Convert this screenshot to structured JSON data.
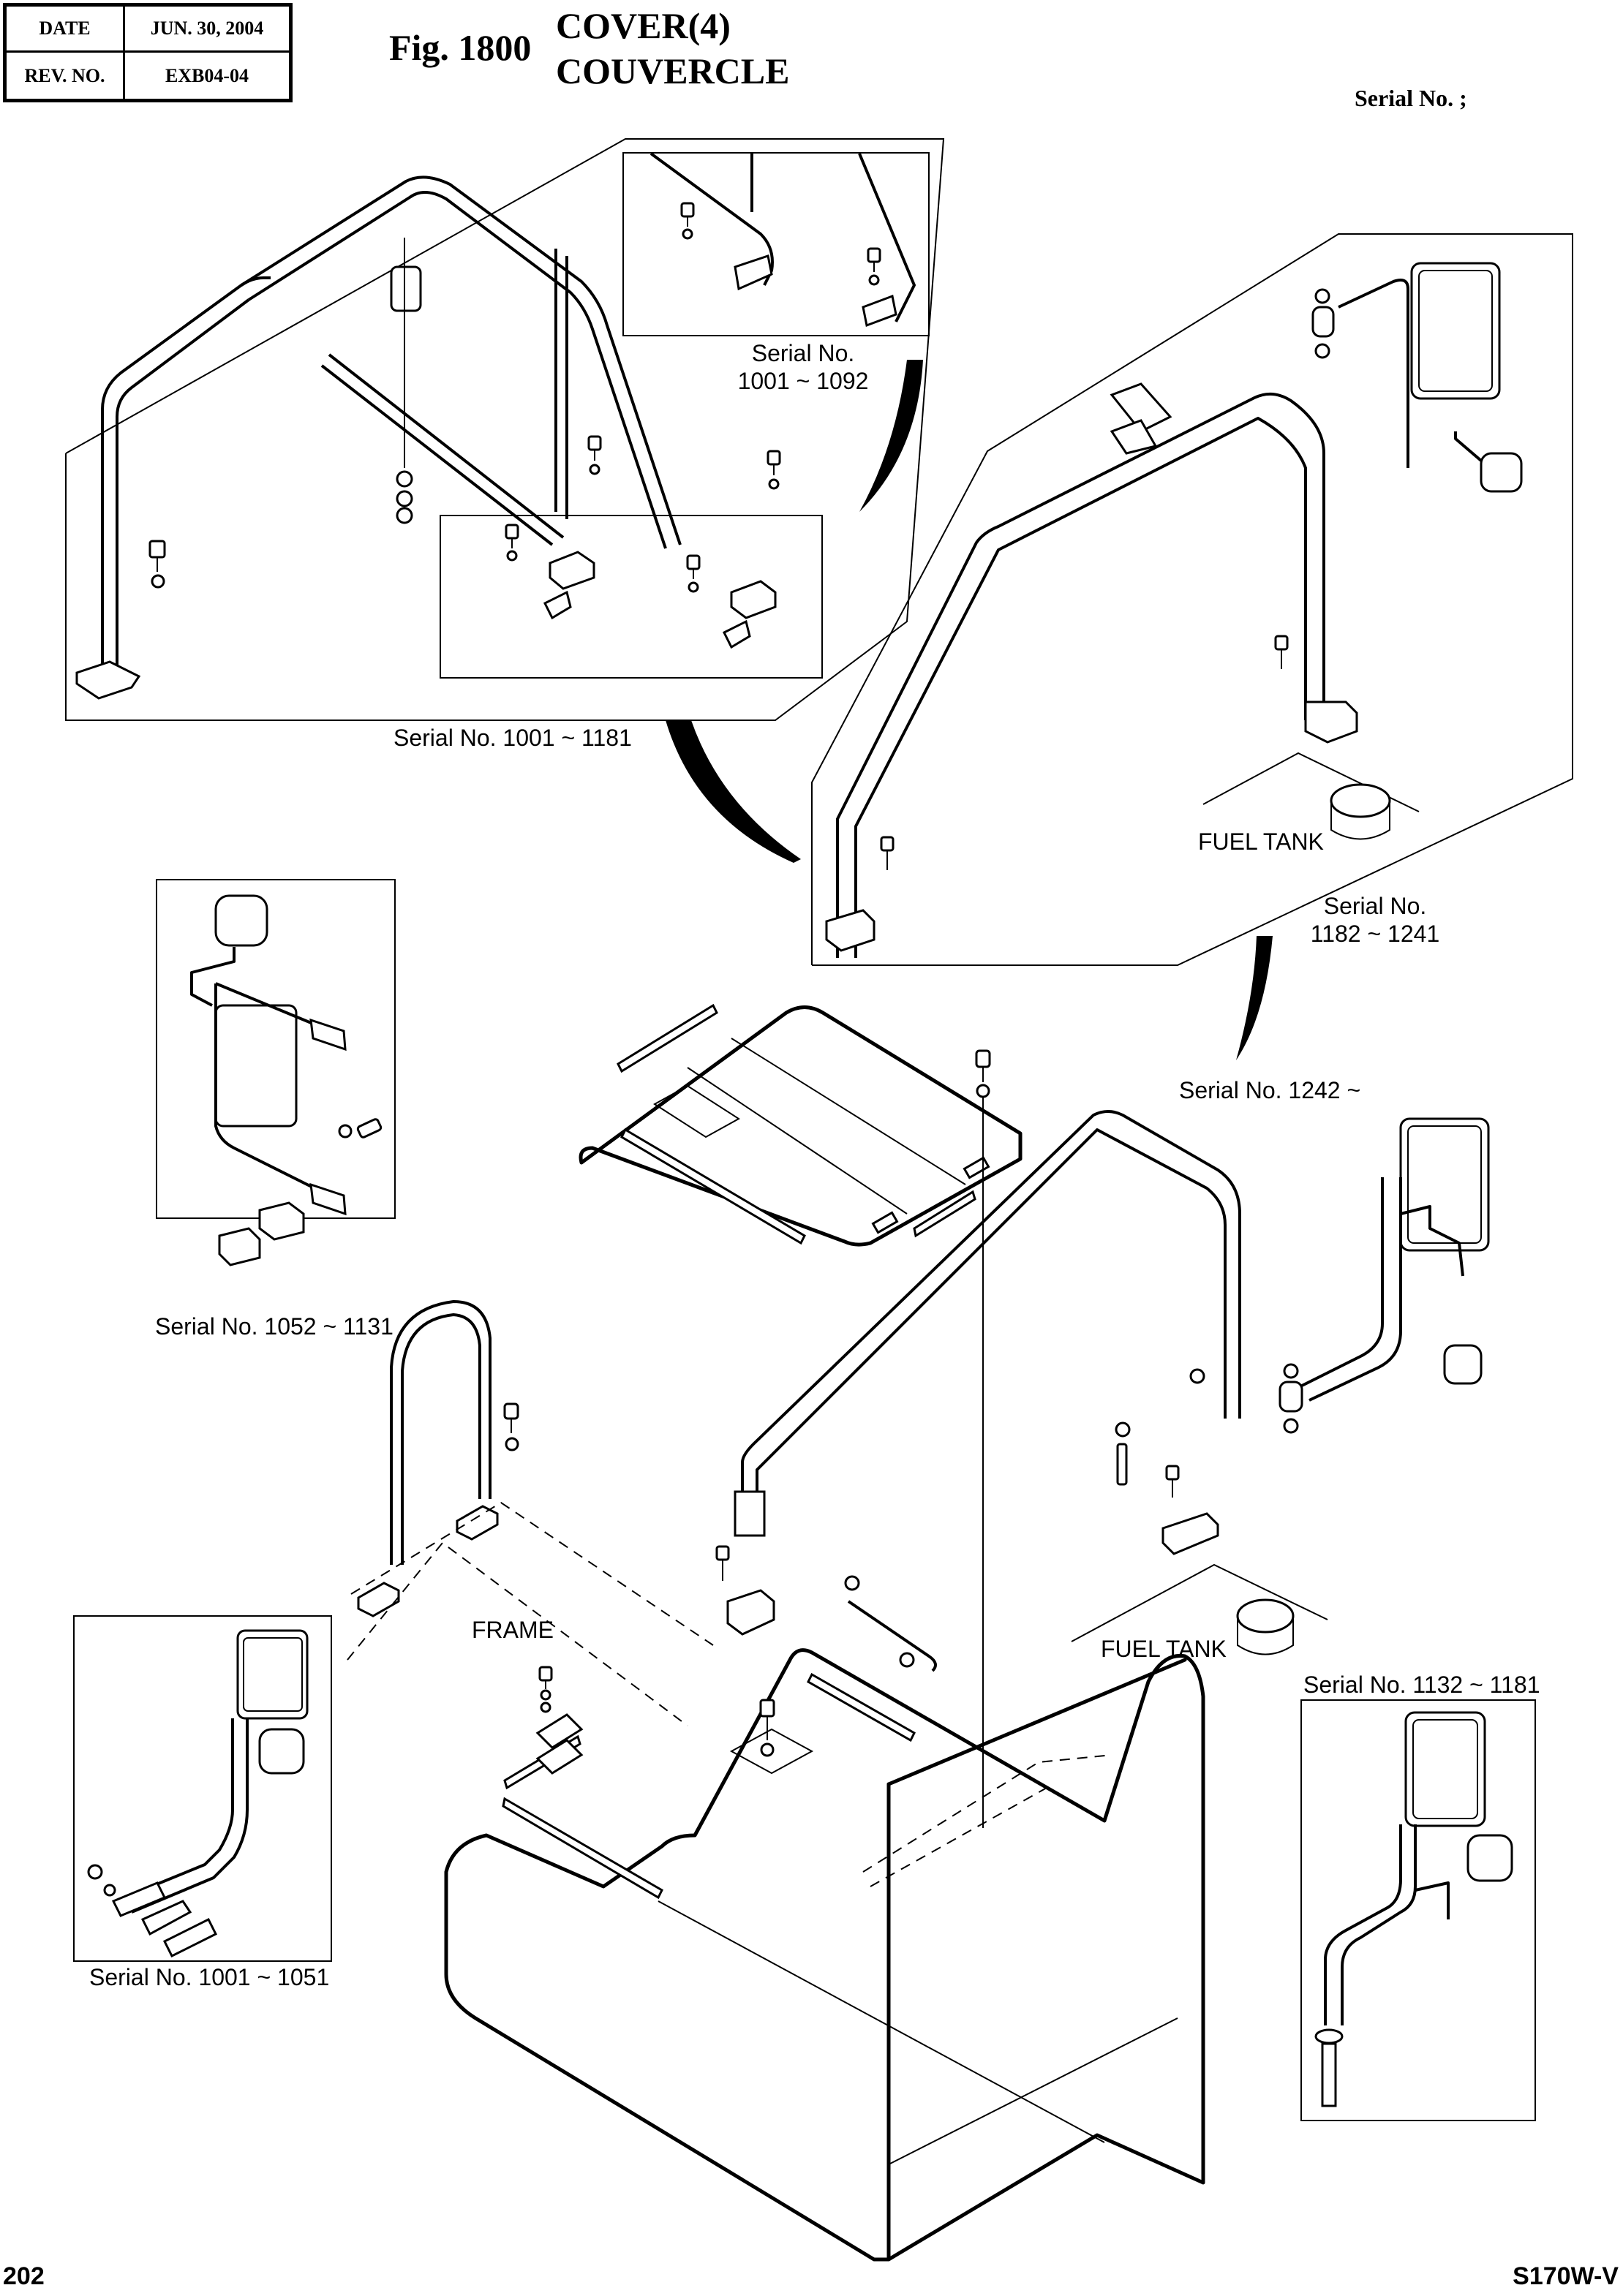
{
  "header": {
    "date_label": "DATE",
    "date_value": "JUN. 30, 2004",
    "rev_label": "REV. NO.",
    "rev_value": "EXB04-04",
    "figure_number": "Fig. 1800",
    "title_en": "COVER(4)",
    "title_fr": "COUVERCLE",
    "serial_heading": "Serial No. ;"
  },
  "diagram": {
    "insets": [
      {
        "id": "top-left-frame",
        "caption": "Serial No. 1001 ~ 1181"
      },
      {
        "id": "top-left-sub",
        "caption_line1": "Serial No.",
        "caption_line2": "1001 ~ 1092"
      },
      {
        "id": "top-right-frame",
        "caption_line1": "Serial No.",
        "caption_line2": "1182 ~ 1241"
      },
      {
        "id": "mirror-1052",
        "caption": "Serial No. 1052 ~ 1131"
      },
      {
        "id": "main-1242",
        "caption": "Serial No. 1242 ~"
      },
      {
        "id": "mirror-1001",
        "caption": "Serial No. 1001 ~ 1051"
      },
      {
        "id": "mirror-1132",
        "caption": "Serial No. 1132 ~ 1181"
      }
    ],
    "labels": {
      "fuel_tank_upper": "FUEL TANK",
      "fuel_tank_lower": "FUEL TANK",
      "frame": "FRAME"
    }
  },
  "footer": {
    "page_number": "202",
    "model": "S170W-V"
  }
}
